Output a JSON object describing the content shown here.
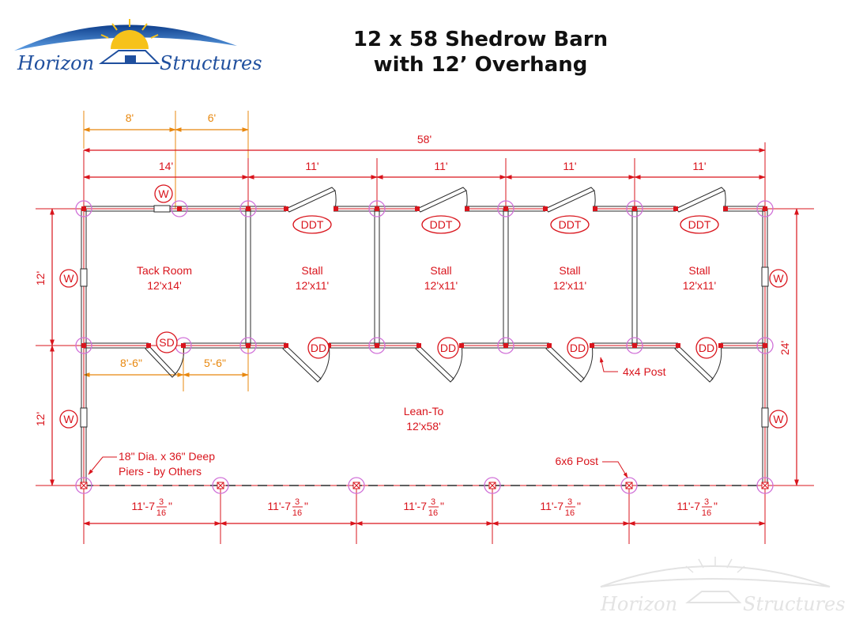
{
  "logo": {
    "left_word": "Horizon",
    "right_word": "Structures"
  },
  "title": {
    "line1": "12 x 58 Shedrow Barn",
    "line2": "with 12’ Overhang"
  },
  "dims": {
    "top_orange_a": "8'",
    "top_orange_b": "6'",
    "overall_length": "58'",
    "tack_width": "14'",
    "stall_widths": [
      "11'",
      "11'",
      "11'",
      "11'"
    ],
    "left_upper_depth": "12'",
    "left_lower_depth": "12'",
    "right_depth": "24'",
    "sd_left": "8'-6\"",
    "sd_right": "5'-6\"",
    "pier_spacing": {
      "whole": "11'-7",
      "num": "3",
      "den": "16",
      "close": "\""
    }
  },
  "rooms": {
    "tack": {
      "name": "Tack Room",
      "size": "12'x14'"
    },
    "stalls": [
      {
        "name": "Stall",
        "size": "12'x11'"
      },
      {
        "name": "Stall",
        "size": "12'x11'"
      },
      {
        "name": "Stall",
        "size": "12'x11'"
      },
      {
        "name": "Stall",
        "size": "12'x11'"
      }
    ],
    "leanto": {
      "name": "Lean-To",
      "size": "12'x58'"
    }
  },
  "tags": {
    "window": "W",
    "dutch_door_top": "DDT",
    "dutch_door": "DD",
    "sliding_door": "SD"
  },
  "notes": {
    "pier_line1": "18\" Dia. x 36\" Deep",
    "pier_line2": "Piers - by Others",
    "post_6x6": "6x6 Post",
    "post_4x4": "4x4 Post"
  },
  "colors": {
    "dimension": "#d9141c",
    "partial_dimension": "#e8880f",
    "post_marker": "#d070d8",
    "wall": "#2a2a2a",
    "logo": "#1f4f9e",
    "watermark": "#e3e3e3"
  },
  "icons": [
    "horizon-sun-logo",
    "watermark-logo",
    "door-swing-icon",
    "pier-marker-icon"
  ]
}
